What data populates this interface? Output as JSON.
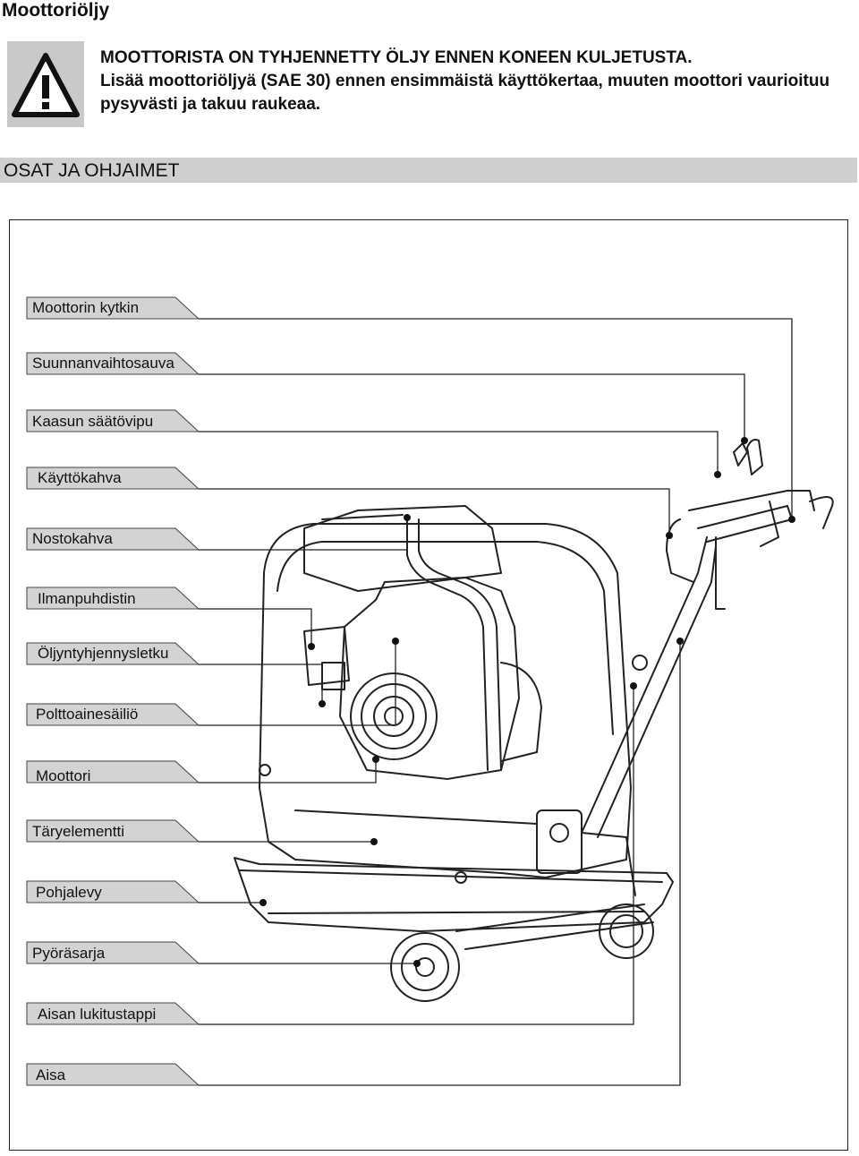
{
  "page_title": "Moottoriöljy",
  "warning": {
    "icon": "warning-triangle-icon",
    "line1": "MOOTTORISTA ON TYHJENNETTY ÖLJY ENNEN KONEEN KULJETUSTA.",
    "line2": "Lisää moottoriöljyä (SAE 30) ennen ensimmäistä käyttökertaa, muuten moottori vaurioituu",
    "line3": "pysyvästi ja takuu raukeaa."
  },
  "section_title": "OSAT JA OHJAIMET",
  "parts": [
    "Moottorin kytkin",
    "Suunnanvaihtosauva",
    "Kaasun säätövipu",
    "Käyttökahva",
    "Nostokahva",
    "Ilmanpuhdistin",
    "Öljyntyhjennysletku",
    "Polttoainesäiliö",
    "Moottori",
    "Täryelementti",
    "Pohjalevy",
    "Pyöräsarja",
    "Aisan lukitustappi",
    "Aisa"
  ]
}
